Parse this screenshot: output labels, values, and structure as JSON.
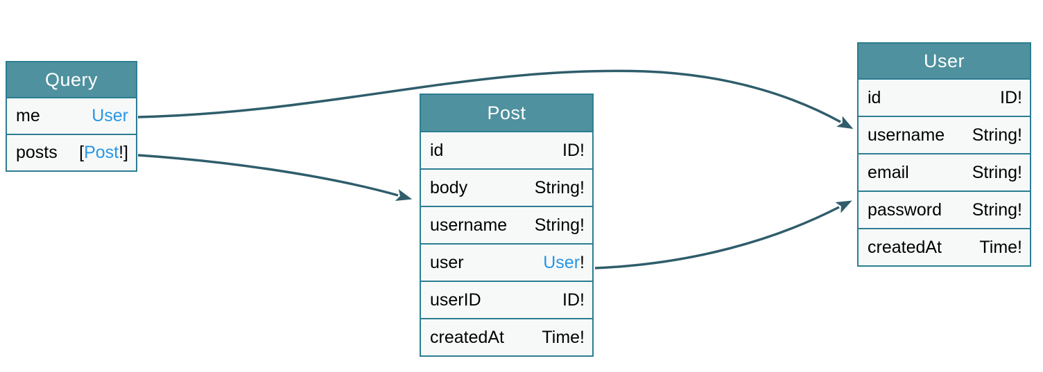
{
  "diagram": {
    "colors": {
      "header_bg": "#4F919E",
      "header_text": "#FFFFFF",
      "border": "#2B7D92",
      "row_bg": "#F7F9F9",
      "field_text": "#000000",
      "link": "#2896E6",
      "arrow": "#2F5D6B",
      "canvas_bg": "#FFFFFF"
    },
    "entities": [
      {
        "id": "query",
        "title": "Query",
        "fields": [
          {
            "name": "me",
            "type": [
              {
                "text": "User",
                "link": true
              }
            ]
          },
          {
            "name": "posts",
            "type": [
              {
                "text": "[",
                "link": false
              },
              {
                "text": "Post",
                "link": true
              },
              {
                "text": "!]",
                "link": false
              }
            ]
          }
        ]
      },
      {
        "id": "post",
        "title": "Post",
        "fields": [
          {
            "name": "id",
            "type": [
              {
                "text": "ID!",
                "link": false
              }
            ]
          },
          {
            "name": "body",
            "type": [
              {
                "text": "String!",
                "link": false
              }
            ]
          },
          {
            "name": "username",
            "type": [
              {
                "text": "String!",
                "link": false
              }
            ]
          },
          {
            "name": "user",
            "type": [
              {
                "text": "User",
                "link": true
              },
              {
                "text": "!",
                "link": false
              }
            ]
          },
          {
            "name": "userID",
            "type": [
              {
                "text": "ID!",
                "link": false
              }
            ]
          },
          {
            "name": "createdAt",
            "type": [
              {
                "text": "Time!",
                "link": false
              }
            ]
          }
        ]
      },
      {
        "id": "user",
        "title": "User",
        "fields": [
          {
            "name": "id",
            "type": [
              {
                "text": "ID!",
                "link": false
              }
            ]
          },
          {
            "name": "username",
            "type": [
              {
                "text": "String!",
                "link": false
              }
            ]
          },
          {
            "name": "email",
            "type": [
              {
                "text": "String!",
                "link": false
              }
            ]
          },
          {
            "name": "password",
            "type": [
              {
                "text": "String!",
                "link": false
              }
            ]
          },
          {
            "name": "createdAt",
            "type": [
              {
                "text": "Time!",
                "link": false
              }
            ]
          }
        ]
      }
    ],
    "arrows": [
      {
        "name": "arrow-query-me-to-user",
        "from": "Query.me",
        "to": "User"
      },
      {
        "name": "arrow-query-posts-to-post",
        "from": "Query.posts",
        "to": "Post"
      },
      {
        "name": "arrow-post-user-to-user",
        "from": "Post.user",
        "to": "User"
      }
    ]
  }
}
